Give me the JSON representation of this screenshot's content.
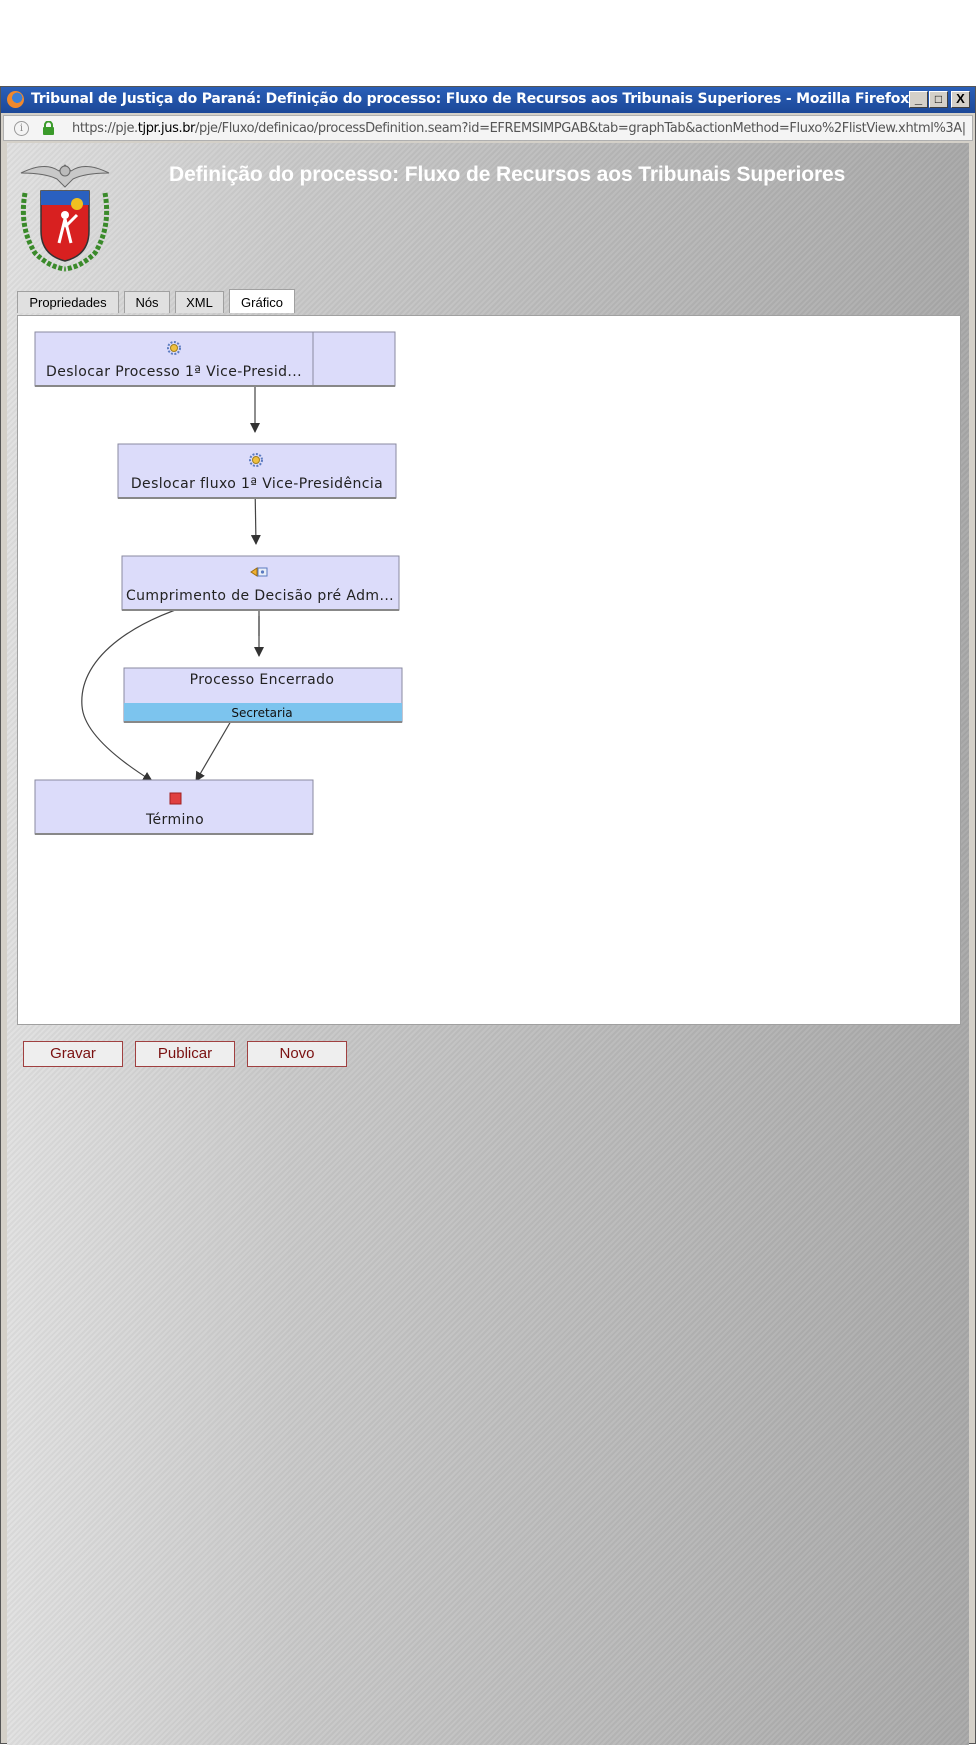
{
  "window": {
    "title": "Tribunal de Justiça do Paraná: Definição do processo: Fluxo de Recursos aos Tribunais Superiores - Mozilla Firefox",
    "url_prefix": "https://pje.",
    "url_domain": "tjpr.jus.br",
    "url_rest": "/pje/Fluxo/definicao/processDefinition.seam?id=EFREMSIMPGAB&tab=graphTab&actionMethod=Fluxo%2FlistView.xhtml%3A|",
    "minimize_label": "_",
    "maximize_label": "□",
    "close_label": "X"
  },
  "page": {
    "title": "Definição do processo: Fluxo de Recursos aos Tribunais Superiores"
  },
  "tabs": [
    {
      "label": "Propriedades",
      "active": false
    },
    {
      "label": "Nós",
      "active": false
    },
    {
      "label": "XML",
      "active": false
    },
    {
      "label": "Gráfico",
      "active": true
    }
  ],
  "graph": {
    "nodes": [
      {
        "label": "Deslocar Processo 1ª Vice-Presid...",
        "icon": "gear-icon"
      },
      {
        "label": "Deslocar fluxo 1ª Vice-Presidência",
        "icon": "gear-icon"
      },
      {
        "label": "Cumprimento de Decisão pré Adm...",
        "icon": "decision-icon"
      },
      {
        "label": "Processo Encerrado",
        "sublabel": "Secretaria",
        "icon": ""
      },
      {
        "label": "Término",
        "icon": "stop-icon"
      }
    ],
    "colors": {
      "node_fill": "#dcdcfa",
      "node_border": "#8a8aa0",
      "swimlane": "#7cc4ee"
    }
  },
  "buttons": {
    "save": "Gravar",
    "publish": "Publicar",
    "new": "Novo"
  }
}
